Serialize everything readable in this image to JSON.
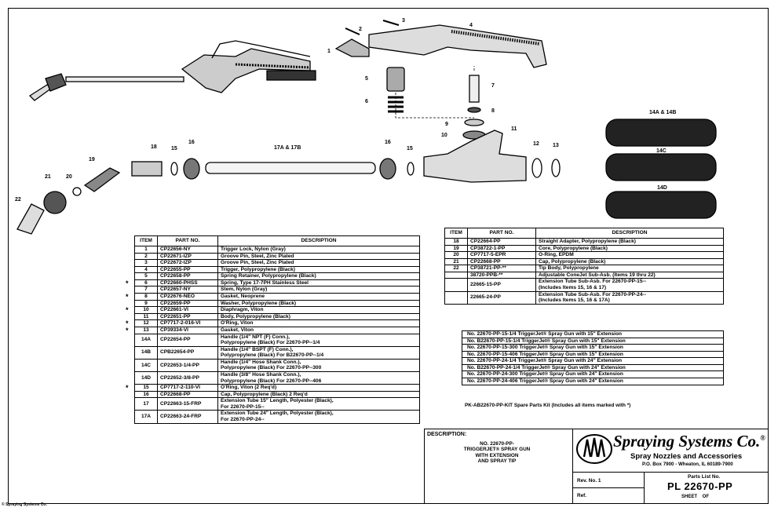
{
  "left_table": {
    "headers": [
      "ITEM",
      "PART NO.",
      "DESCRIPTION"
    ],
    "rows": [
      {
        "marked": false,
        "item": "1",
        "part": "CP22656-NY",
        "desc": [
          "Trigger Lock, Nylon (Gray)"
        ]
      },
      {
        "marked": false,
        "item": "2",
        "part": "CP22671-IZP",
        "desc": [
          "Groove Pin, Steel, Zinc Plated"
        ]
      },
      {
        "marked": false,
        "item": "3",
        "part": "CP22672-IZP",
        "desc": [
          "Groove Pin, Steel, Zinc Plated"
        ]
      },
      {
        "marked": false,
        "item": "4",
        "part": "CP22655-PP",
        "desc": [
          "Trigger, Polypropylene (Black)"
        ]
      },
      {
        "marked": false,
        "item": "5",
        "part": "CP22658-PP",
        "desc": [
          "Spring Retainer, Polypropylene (Black)"
        ]
      },
      {
        "marked": true,
        "item": "6",
        "part": "CP22660-PHSS",
        "desc": [
          "Spring, Type 17-7PH Stainless Steel"
        ]
      },
      {
        "marked": false,
        "item": "7",
        "part": "CP22657-NY",
        "desc": [
          "Stem, Nylon (Gray)"
        ]
      },
      {
        "marked": true,
        "item": "8",
        "part": "CP22676-NEO",
        "desc": [
          "Gasket, Neoprene"
        ]
      },
      {
        "marked": false,
        "item": "9",
        "part": "CP22659-PP",
        "desc": [
          "Washer, Polypropylene (Black)"
        ]
      },
      {
        "marked": true,
        "item": "10",
        "part": "CP22661-VI",
        "desc": [
          "Diaphragm, Viton"
        ]
      },
      {
        "marked": false,
        "item": "11",
        "part": "CP22651-PP",
        "desc": [
          "Body, Polypropylene (Black)"
        ]
      },
      {
        "marked": true,
        "item": "12",
        "part": "CP7717-2-016-VI",
        "desc": [
          "O'Ring, Viton"
        ]
      },
      {
        "marked": true,
        "item": "13",
        "part": "CP39334-VI",
        "desc": [
          "Gasket, Viton"
        ]
      },
      {
        "marked": false,
        "item": "14A",
        "part": "CP22654-PP",
        "desc": [
          "Handle (1/4\" NPT (F) Conn.),",
          "Polypropylene (Black) For 22670-PP--1/4"
        ]
      },
      {
        "marked": false,
        "item": "14B",
        "part": "CPB22654-PP",
        "desc": [
          "Handle (1/4\" BSPT (F) Conn.),",
          "Polypropylene (Black) For B22670-PP--1/4"
        ]
      },
      {
        "marked": false,
        "item": "14C",
        "part": "CP22653-1/4-PP",
        "desc": [
          "Handle (1/4\" Hose Shank Conn.),",
          "Polypropylene (Black) For 22670-PP--300"
        ]
      },
      {
        "marked": false,
        "item": "14D",
        "part": "CP22652-3/8-PP",
        "desc": [
          "Handle (3/8\" Hose Shank Conn.),",
          "Polypropylene (Black) For 22670-PP--406"
        ]
      },
      {
        "marked": true,
        "item": "15",
        "part": "CP7717-2-110-VI",
        "desc": [
          "O'Ring, Viton (2 Req'd)"
        ]
      },
      {
        "marked": false,
        "item": "16",
        "part": "CP22668-PP",
        "desc": [
          "Cap, Polypropylene (Black) 2 Req'd"
        ]
      },
      {
        "marked": false,
        "item": "17",
        "part": "CP22663-15-FRP",
        "desc": [
          "Extension Tube 15\" Length, Polyester (Black),",
          "For 22670-PP-15--"
        ]
      },
      {
        "marked": false,
        "item": "17A",
        "part": "CP22663-24-FRP",
        "desc": [
          "Extension Tube 24\" Length, Polyester (Black),",
          "For 22670-PP-24--"
        ]
      }
    ]
  },
  "right_table": {
    "headers": [
      "ITEM",
      "PART NO.",
      "DESCRIPTION"
    ],
    "rows": [
      {
        "item": "18",
        "part": "CP22664-PP",
        "desc": [
          "Straight Adapter, Polypropylene (Black)"
        ]
      },
      {
        "item": "19",
        "part": "CP38722-1-PP",
        "desc": [
          "Core, Polypropylene (Black)"
        ]
      },
      {
        "item": "20",
        "part": "CP7717-5-EPR",
        "desc": [
          "O-Ring, EPDM"
        ]
      },
      {
        "item": "21",
        "part": "CP22668-PP",
        "desc": [
          "Cap, Polypropylene (Black)"
        ]
      },
      {
        "item": "22",
        "part": "CP38721-PP-**",
        "desc": [
          "Tip Body, Polypropylene"
        ]
      },
      {
        "item": "",
        "part": "38720-PPB-**",
        "desc": [
          "Adjustable ConeJet Sub-Asb. (Items 19 thru 22)"
        ]
      },
      {
        "item": "",
        "part": "22665-15-PP",
        "desc": [
          "Extension Tube Sub-Asb. For 22670-PP-15--",
          "(Includes Items 15, 16 & 17)"
        ]
      },
      {
        "item": "",
        "part": "22665-24-PP",
        "desc": [
          "Extension Tube Sub-Asb. For 22670-PP-24--",
          "(Includes Items 15, 16 & 17A)"
        ]
      }
    ],
    "models": [
      "No. 22670-PP-15-1/4 TriggerJet® Spray Gun with 15\" Extension",
      "No. B22670-PP-15-1/4 TriggerJet® Spray Gun with 15\" Extension",
      "No. 22670-PP-15-300 TriggerJet® Spray Gun with 15\" Extension",
      "No. 22670-PP-15-406 TriggerJet® Spray Gun with 15\" Extension",
      "No. 22670-PP-24-1/4 TriggerJet® Spray Gun with 24\" Extension",
      "No. B22670-PP-24-1/4 TriggerJet® Spray Gun with 24\" Extension",
      "No. 22670-PP-24-300 TriggerJet® Spray Gun with 24\" Extension",
      "No. 22670-PP-24-406 TriggerJet® Spray Gun with 24\" Extension"
    ],
    "kit_note": "PK-AB22670-PP-KIT Spare Parts Kit (Includes all items marked with *)"
  },
  "star_symbol": "*",
  "title_block": {
    "description_heading": "DESCRIPTION:",
    "description_lines": [
      "NO. 22670-PP-",
      "TRIGGERJET® SPRAY GUN",
      "WITH EXTENSION",
      "AND SPRAY TIP"
    ],
    "company": "Spraying Systems Co.",
    "registered": "®",
    "tagline": "Spray Nozzles and Accessories",
    "address": "P.O. Box 7900 - Wheaton, IL 60189-7900",
    "rev_label": "Rev. No. 1",
    "ref_label": "Ref.",
    "parts_list_label": "Parts List No.",
    "parts_list_no": "PL 22670-PP",
    "sheet_label": "SHEET    OF"
  },
  "callouts": {
    "c1": "1",
    "c2": "2",
    "c3": "3",
    "c4": "4",
    "c5": "5",
    "c6": "6",
    "c7": "7",
    "c8": "8",
    "c9": "9",
    "c10": "10",
    "c11": "11",
    "c12": "12",
    "c13": "13",
    "c14ab": "14A & 14B",
    "c14c": "14C",
    "c14d": "14D",
    "c15a": "15",
    "c15b": "15",
    "c16a": "16",
    "c16b": "16",
    "c17": "17A & 17B",
    "c18": "18",
    "c19": "19",
    "c20": "20",
    "c21": "21",
    "c22": "22"
  },
  "copyright": "© Spraying Systems Co."
}
